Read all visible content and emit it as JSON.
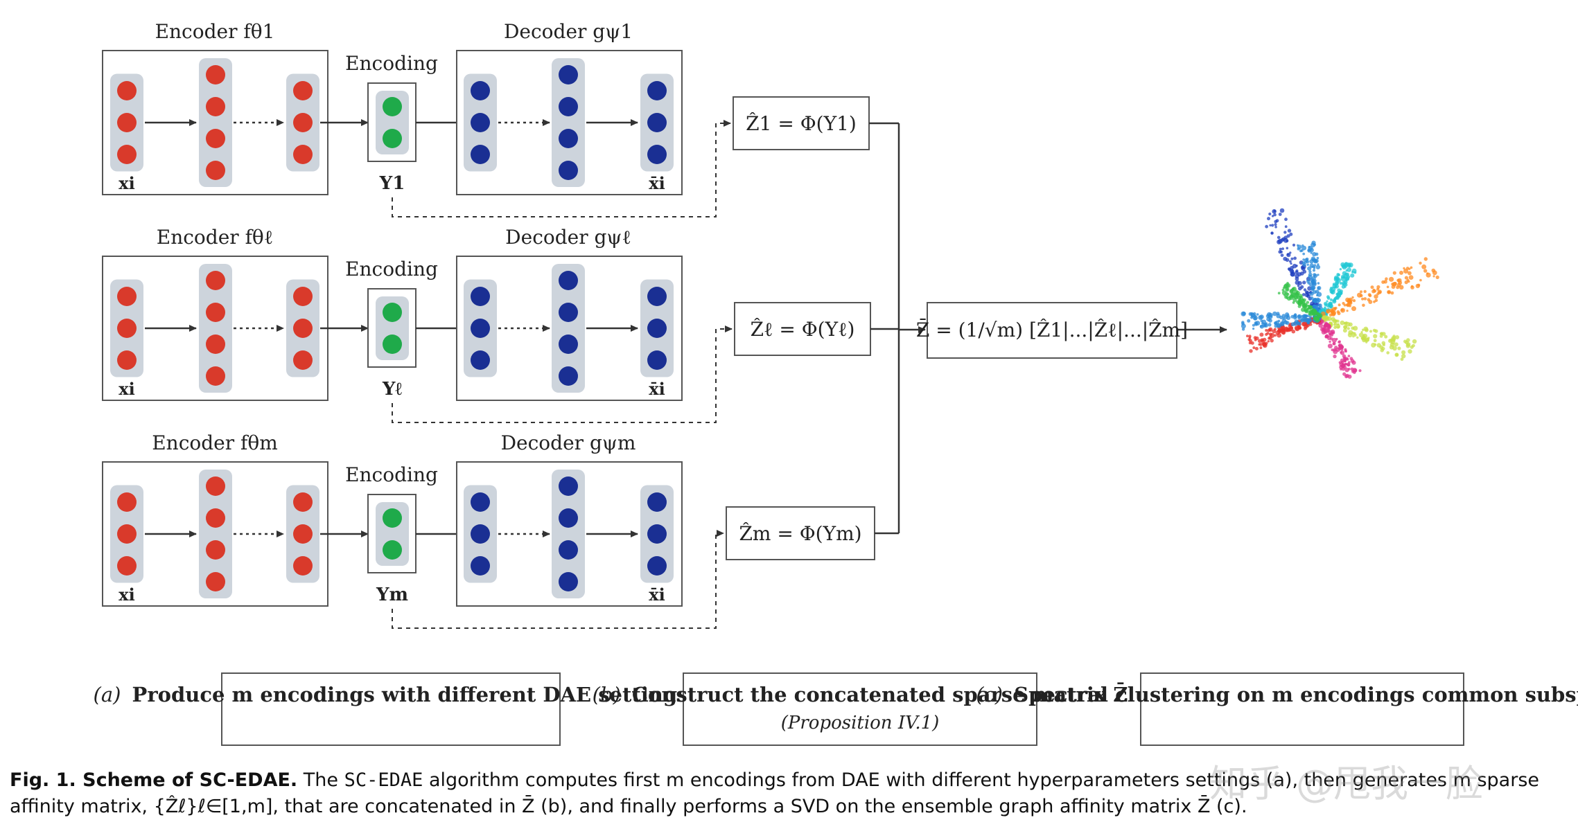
{
  "rows": [
    {
      "encoder_label": "Encoder fθ1",
      "encoding_label": "Encoding",
      "decoder_label": "Decoder gψ1",
      "input_label": "xi",
      "code_label": "Y1",
      "output_label": "x̄i",
      "phi_label": "Ẑ1 = Φ(Y1)"
    },
    {
      "encoder_label": "Encoder fθℓ",
      "encoding_label": "Encoding",
      "decoder_label": "Decoder gψℓ",
      "input_label": "xi",
      "code_label": "Yℓ",
      "output_label": "x̄i",
      "phi_label": "Ẑℓ = Φ(Yℓ)"
    },
    {
      "encoder_label": "Encoder fθm",
      "encoding_label": "Encoding",
      "decoder_label": "Decoder gψm",
      "input_label": "xi",
      "code_label": "Ym",
      "output_label": "x̄i",
      "phi_label": "Ẑm = Φ(Ym)"
    }
  ],
  "concat_box": "Z̄ = (1/√m) [Ẑ1|...|Ẑℓ|...|Ẑm]",
  "steps": {
    "a": {
      "tag": "(a)",
      "text": "Produce m encodings with different DAE settings"
    },
    "b": {
      "tag": "(b)",
      "text": "Construct the concatenated sparse matrix Z̄",
      "ref": "(Proposition IV.1)"
    },
    "c": {
      "tag": "(c)",
      "text": "Spectral clustering on m encodings common subspace"
    }
  },
  "caption": {
    "lead": "Fig. 1. Scheme of SC-EDAE.",
    "algo": "SC-EDAE",
    "body1": " The ",
    "body2": " algorithm computes first m encodings from DAE with different hyperparameters settings (a), then generates m sparse affinity matrix, {Ẑℓ}ℓ∈[1,m], that are concatenated in Z̄ (b), and finally performs a SVD on the ensemble graph affinity matrix Z̄ (c)."
  },
  "watermark": "知乎 @甩我一脸",
  "colors": {
    "encoder_node": "#d93a2b",
    "code_node": "#1faa4a",
    "decoder_node": "#1a2f93",
    "layer_bg": "#cdd4dc"
  },
  "cluster_colors": [
    "#1f3fbf",
    "#2a8ad8",
    "#1fc7d4",
    "#35c24a",
    "#ff8a1f",
    "#c7e04a",
    "#e0348f",
    "#e8302a"
  ]
}
